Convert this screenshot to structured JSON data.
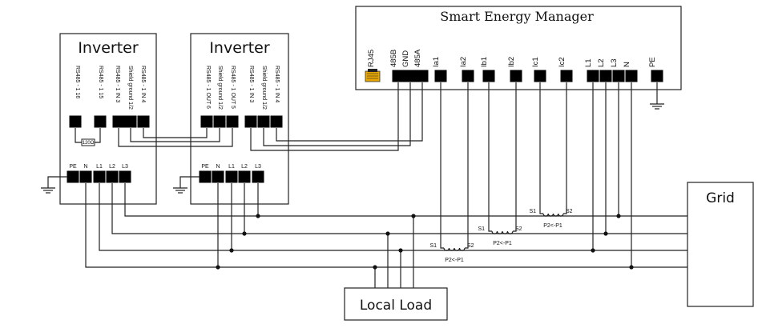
{
  "inverter_a": {
    "title": "Inverter",
    "rs485_labels": [
      "RS485 - 1 16",
      "RS485 - 1 15",
      "RS485 - 1 IN 3",
      "Shield ground 1/2",
      "RS485 - 1 IN 4"
    ],
    "resistor": "120Ω",
    "power_labels": [
      "PE",
      "N",
      "L1",
      "L2",
      "L3"
    ]
  },
  "inverter_b": {
    "title": "Inverter",
    "rs485_labels": [
      "RS485 - 1 OUT 6",
      "Shield ground 1/2",
      "RS485 - 1 OUT 5",
      "RS485 - 1 IN 3",
      "Shield ground 1/2",
      "RS485 - 1 IN 4"
    ],
    "power_labels": [
      "PE",
      "N",
      "L1",
      "L2",
      "L3"
    ]
  },
  "sem": {
    "title": "Smart Energy Manager",
    "rj45": "RJ45",
    "terminals": [
      "485B",
      "GND",
      "485A",
      "Ia1",
      "Ia2",
      "Ib1",
      "Ib2",
      "Ic1",
      "Ic2",
      "L1",
      "L2",
      "L3",
      "N",
      "PE"
    ]
  },
  "ct": {
    "s1": "S1",
    "s2": "S2",
    "direction": "P2<-P1"
  },
  "grid": {
    "label": "Grid"
  },
  "local_load": {
    "label": "Local Load"
  }
}
